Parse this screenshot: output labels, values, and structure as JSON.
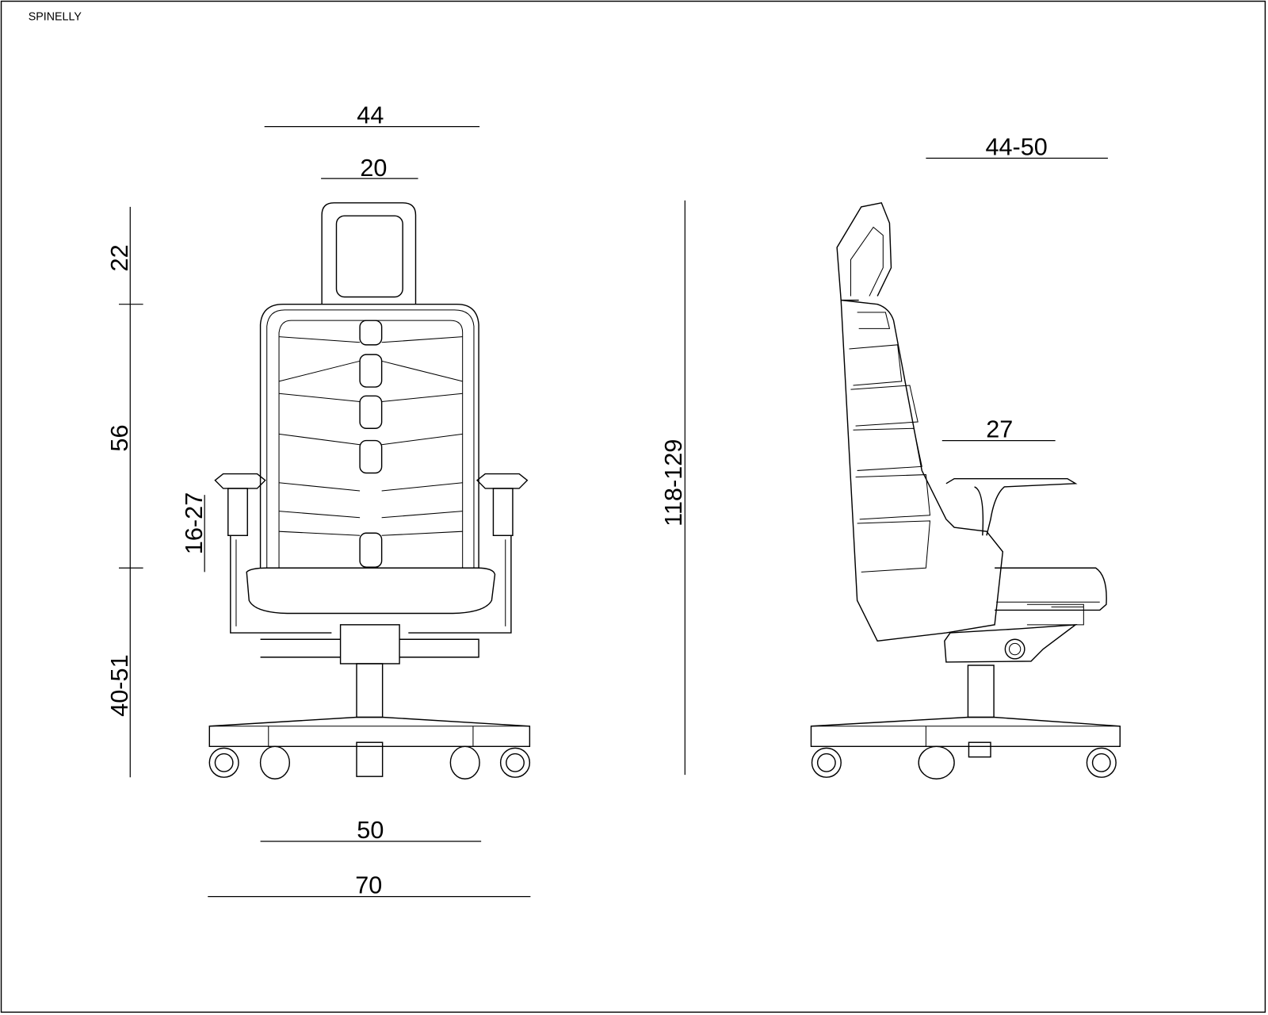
{
  "title": "SPINELLY",
  "dimensions": {
    "headrest_width": "44",
    "headrest_inner_width": "20",
    "headrest_height": "22",
    "backrest_height": "56",
    "armrest_height": "16-27",
    "seat_height": "40-51",
    "total_height": "118-129",
    "seat_depth": "44-50",
    "armrest_length": "27",
    "seat_width": "50",
    "base_width": "70"
  },
  "colors": {
    "line": "#000000",
    "background": "#ffffff"
  }
}
